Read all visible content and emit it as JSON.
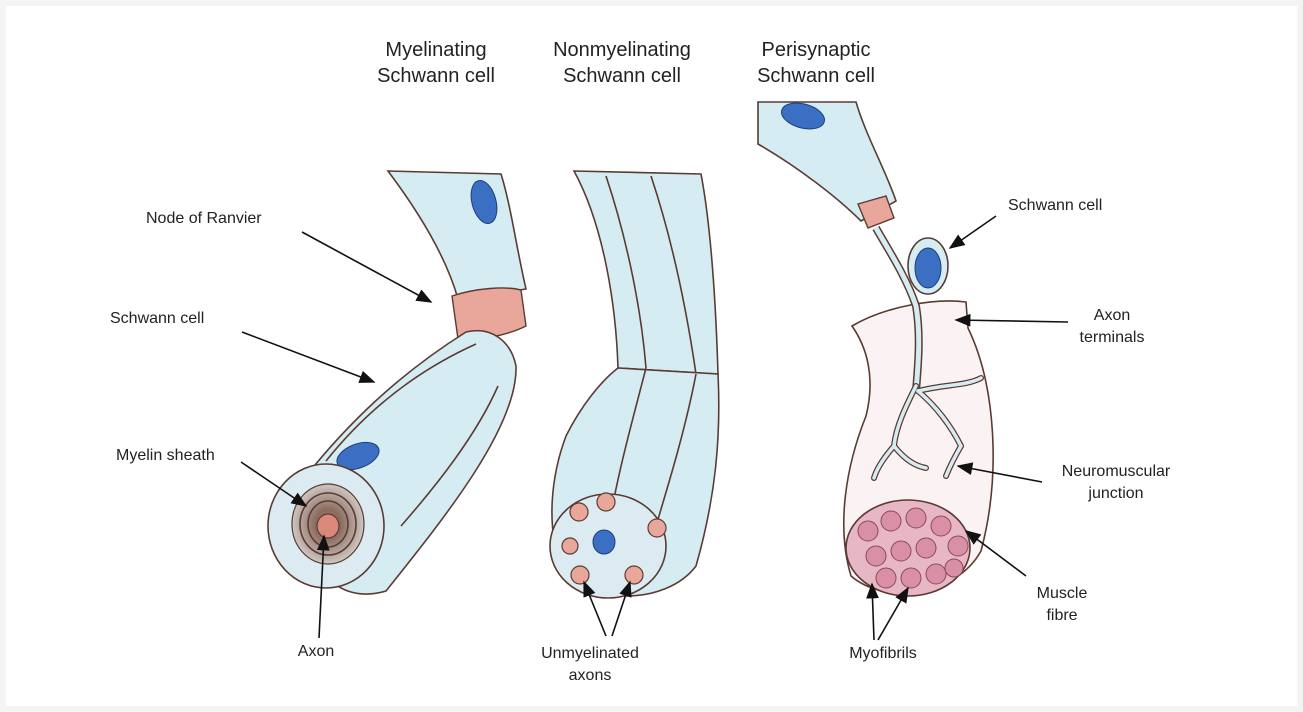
{
  "titles": {
    "myelinating": [
      "Myelinating",
      "Schwann cell"
    ],
    "nonmyelinating": [
      "Nonmyelinating",
      "Schwann cell"
    ],
    "perisynaptic": [
      "Perisynaptic",
      "Schwann cell"
    ]
  },
  "labels": {
    "node_of_ranvier": "Node of Ranvier",
    "schwann_cell_left": "Schwann cell",
    "myelin_sheath": "Myelin sheath",
    "axon": "Axon",
    "unmyelinated_axons": [
      "Unmyelinated",
      "axons"
    ],
    "schwann_cell_right": "Schwann cell",
    "axon_terminals": [
      "Axon",
      "terminals"
    ],
    "neuromuscular_junction": [
      "Neuromuscular",
      "junction"
    ],
    "muscle_fibre": [
      "Muscle",
      "fibre"
    ],
    "myofibrils": "Myofibrils"
  },
  "colors": {
    "cell": "#d6ecf3",
    "nucleus": "#3a6fc4",
    "node": "#e8a79a",
    "muscle": "#e7b7c6",
    "outline": "#5a3b32"
  }
}
